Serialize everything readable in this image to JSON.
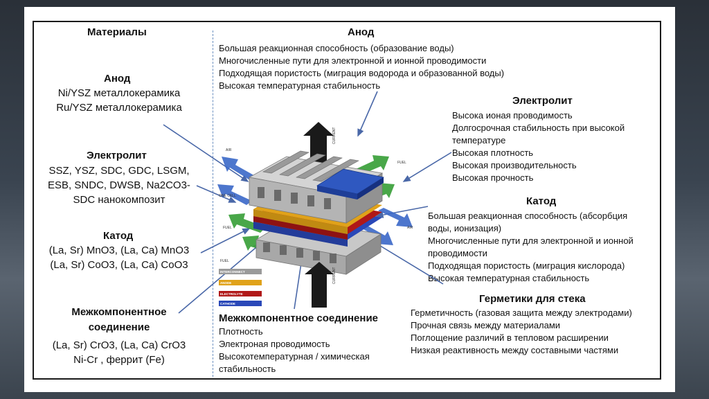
{
  "materials": {
    "heading": "Материалы",
    "anode": {
      "title": "Анод",
      "lines": [
        "Ni/YSZ металлокерамика",
        "Ru/YSZ металлокерамика"
      ]
    },
    "electrolyte": {
      "title": "Электролит",
      "lines": [
        "SSZ, YSZ, SDC, GDC, LSGM,",
        "ESB, SNDC, DWSB, Na2CO3-",
        "SDC нанокомпозит"
      ]
    },
    "cathode": {
      "title": "Катод",
      "lines": [
        "(La, Sr) MnO3, (La, Ca) MnO3",
        "(La, Sr) CoO3, (La, Ca) CoO3"
      ]
    },
    "interconnect": {
      "title": [
        "Межкомпонентное",
        "соединение"
      ],
      "lines": [
        "(La, Sr) CrO3, (La, Ca) CrO3",
        "Ni-Cr , феррит (Fe)"
      ]
    }
  },
  "properties": {
    "anode": {
      "title": "Анод",
      "lines": [
        "Большая реакционная способность (образование воды)",
        "Многочисленные пути для электронной и ионной проводимости",
        "Подходящая пористость (миграция водорода и образованной воды)",
        "Высокая температурная стабильность"
      ]
    },
    "electrolyte": {
      "title": "Электролит",
      "lines": [
        "Высока ионая проводимость",
        "Долгосрочная стабильность при высокой",
        "температуре",
        "Высокая плотность",
        "Высокая производительность",
        "Высокая прочность"
      ]
    },
    "cathode": {
      "title": "Катод",
      "lines": [
        "Большая реакционная способность (абсорбция",
        "воды, ионизация)",
        "Многочисленные пути для электронной и ионной",
        "проводимости",
        "Подходящая пористость (миграция  кислорода)",
        "Высокая температурная стабильность"
      ]
    },
    "sealants": {
      "title": "Герметики для стека",
      "lines": [
        "Герметичность (газовая защита между электродами)",
        "Прочная связь между материалами",
        "Поглощение различий в тепловом расширении",
        "Низкая реактивность между составными частями"
      ]
    },
    "interconnect": {
      "title": "Межкомпонентное соединение",
      "lines": [
        "Плотность",
        "Электроная проводимость",
        "Высокотемпературная / химическая",
        "стабильность"
      ]
    }
  },
  "diagram": {
    "labels": {
      "current_top": "CURRENT",
      "current_bottom": "CURRENT",
      "air_left": "AIR",
      "air_right": "AIR",
      "fuel_left": "FUEL",
      "fuel_right": "FUEL",
      "one_cell": "ONE CELL",
      "fuel_low": "FUEL"
    },
    "legend": [
      {
        "label": "INTERCONNECT",
        "color": "#9a9a9a"
      },
      {
        "label": "ANODE",
        "color": "#e0a21a"
      },
      {
        "label": "ELECTROLYTE",
        "color": "#b01818"
      },
      {
        "label": "CATHODE",
        "color": "#2a48b8"
      }
    ]
  }
}
